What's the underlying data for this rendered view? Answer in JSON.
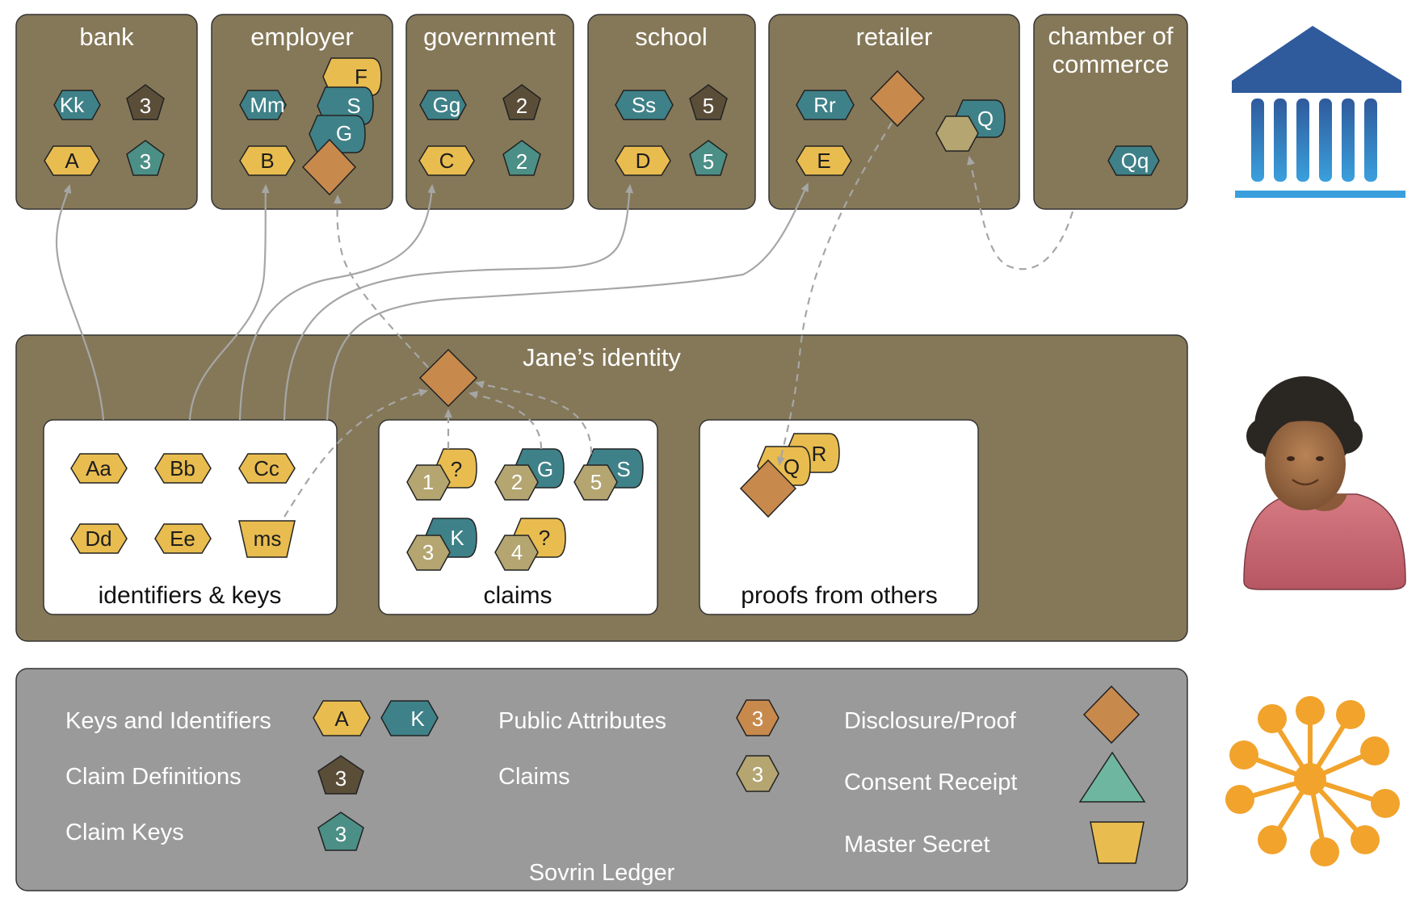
{
  "colors": {
    "panel": "#857858",
    "ledger_panel": "#9a9a9a",
    "key_yellow": "#e8bc4f",
    "key_teal": "#3f8188",
    "claim_def": "#5b4e39",
    "claim_key": "#4c8f86",
    "public_attr": "#c8894d",
    "claim_tan": "#b4a571",
    "proof_diamond": "#c8894d",
    "consent_triangle": "#6fb6a0",
    "master_secret": "#e8bc4f",
    "bank_icon": "#2f5a9c",
    "bank_icon_light": "#3aa0dd",
    "network_icon": "#f1a32c"
  },
  "organizations": [
    {
      "name": "bank",
      "items": [
        "Kk",
        "3",
        "A",
        "3"
      ]
    },
    {
      "name": "employer",
      "items": [
        "Mm",
        "F",
        "S",
        "G",
        "B"
      ]
    },
    {
      "name": "government",
      "items": [
        "Gg",
        "2",
        "C",
        "2"
      ]
    },
    {
      "name": "school",
      "items": [
        "Ss",
        "5",
        "D",
        "5"
      ]
    },
    {
      "name": "retailer",
      "items": [
        "Rr",
        "E",
        "Q"
      ]
    },
    {
      "name_line1": "chamber of",
      "name_line2": "commerce",
      "items": [
        "Qq"
      ]
    }
  ],
  "identity": {
    "title": "Jane’s identity",
    "identifiers": {
      "label": "identifiers & keys",
      "items": [
        "Aa",
        "Bb",
        "Cc",
        "Dd",
        "Ee",
        "ms"
      ]
    },
    "claims": {
      "label": "claims",
      "items": [
        "?",
        "1",
        "G",
        "2",
        "S",
        "5",
        "K",
        "3",
        "?",
        "4"
      ]
    },
    "proofs": {
      "label": "proofs from others",
      "items": [
        "R",
        "Q"
      ]
    }
  },
  "legend": {
    "title": "Sovrin Ledger",
    "keys_label": "Keys and Identifiers",
    "keys_items": [
      "A",
      "K"
    ],
    "claim_def_label": "Claim Definitions",
    "claim_def_item": "3",
    "claim_keys_label": "Claim Keys",
    "claim_keys_item": "3",
    "public_attr_label": "Public Attributes",
    "public_attr_item": "3",
    "claims_label": "Claims",
    "claims_item": "3",
    "disclosure_label": "Disclosure/Proof",
    "consent_label": "Consent Receipt",
    "master_label": "Master Secret"
  },
  "icons": {
    "bank": "bank-building-icon",
    "person": "person-avatar-icon",
    "network": "network-hub-icon"
  }
}
